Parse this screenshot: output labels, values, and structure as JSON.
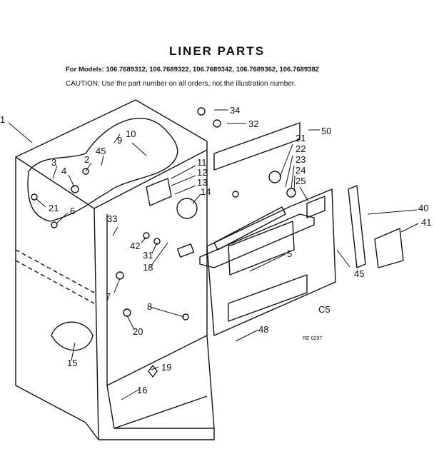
{
  "title": "LINER PARTS",
  "models_line": "For Models: 106.7689312, 106.7689322, 106.7689342, 106.7689362, 106.7689382",
  "caution_line": "CAUTION: Use the part number on all orders, not the illustration number.",
  "diagram_code": "RE 0297",
  "section_code": "C5",
  "callouts": [
    "1",
    "2",
    "3",
    "4",
    "5",
    "6",
    "7",
    "8",
    "9",
    "10",
    "11",
    "12",
    "13",
    "14",
    "15",
    "16",
    "18",
    "19",
    "20",
    "21",
    "21",
    "22",
    "23",
    "24",
    "25",
    "31",
    "32",
    "33",
    "34",
    "40",
    "41",
    "42",
    "45",
    "45",
    "48",
    "50"
  ]
}
